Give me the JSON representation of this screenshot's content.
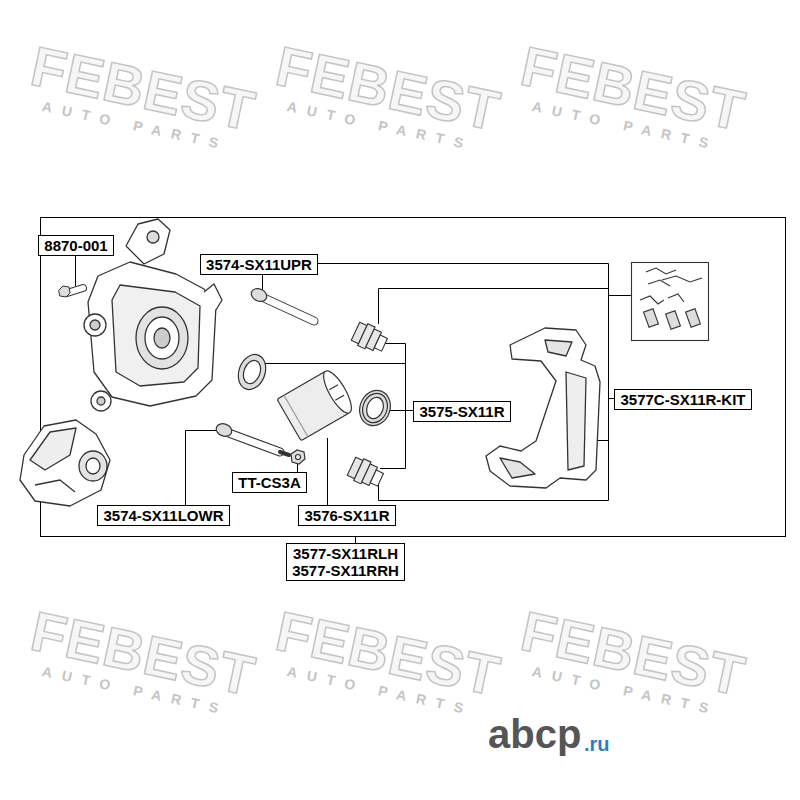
{
  "diagram": {
    "nodes": [
      {
        "text": [
          "8870-001"
        ]
      },
      {
        "text": [
          "3574-SX11UPR"
        ]
      },
      {
        "text": [
          "3577C-SX11R-KIT"
        ]
      },
      {
        "text": [
          "3575-SX11R"
        ]
      },
      {
        "text": [
          "TT-CS3A"
        ]
      },
      {
        "text": [
          "3574-SX11LOWR"
        ]
      },
      {
        "text": [
          "3576-SX11R"
        ]
      },
      {
        "text": [
          "3577-SX11RLH",
          "3577-SX11RRH"
        ]
      }
    ],
    "labels": [
      "FEBEST",
      "AUTO PARTS",
      "FEBEST",
      "AUTO PARTS",
      "FEBEST",
      "AUTO PARTS",
      "FEBEST",
      "AUTO PARTS",
      "FEBEST",
      "AUTO PARTS",
      "FEBEST",
      "AUTO PARTS",
      "abcp",
      ".ru"
    ]
  }
}
